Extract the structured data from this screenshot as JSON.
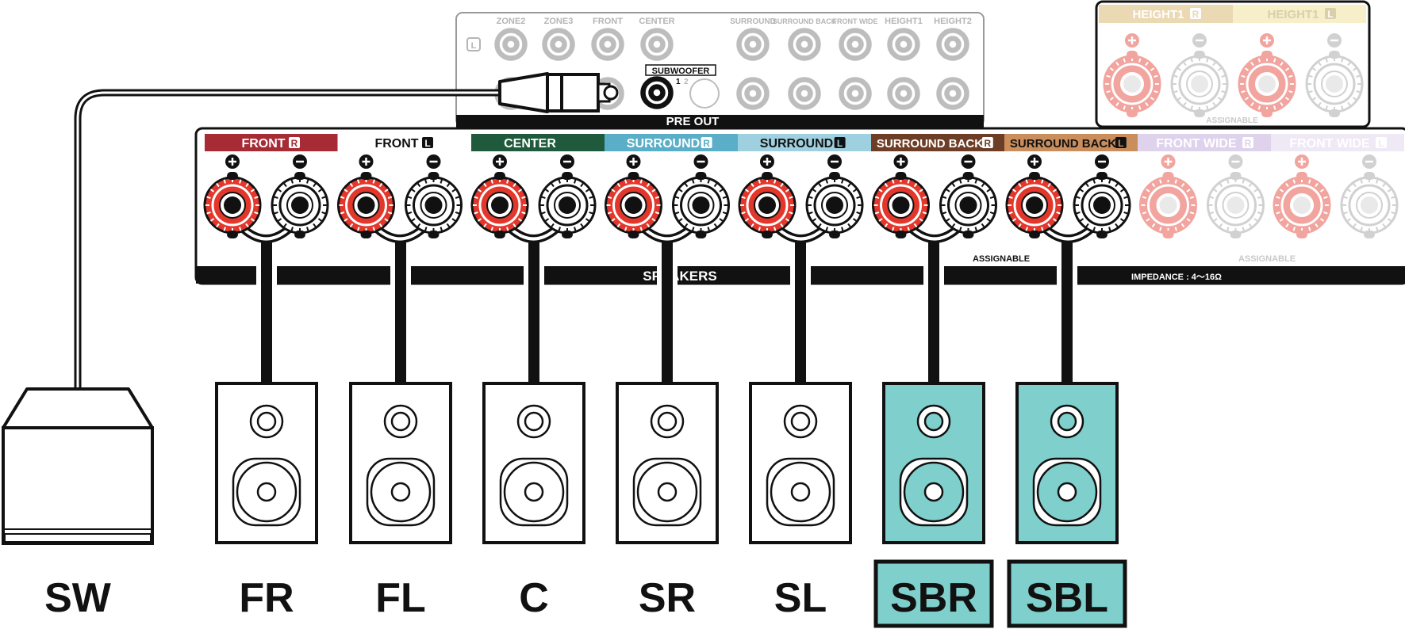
{
  "preout": {
    "top_labels": [
      "ZONE2",
      "ZONE3",
      "FRONT",
      "CENTER",
      "SURROUND",
      "SURROUND BACK",
      "FRONT WIDE",
      "HEIGHT1",
      "HEIGHT2"
    ],
    "side_label": "L",
    "subwoofer_label": "SUBWOOFER",
    "sub_num1": "1",
    "sub_num2": "2",
    "section_label": "PRE OUT"
  },
  "height_panel": {
    "tabs": [
      {
        "name": "HEIGHT1",
        "side": "R",
        "color": "#ead9b3"
      },
      {
        "name": "HEIGHT1",
        "side": "L",
        "color": "#f6efc9"
      }
    ],
    "assignable": "ASSIGNABLE"
  },
  "speaker_panel": {
    "channels": [
      {
        "name": "FRONT",
        "side": "R",
        "color": "#a62b35",
        "text_color": "#ffffff",
        "dim": false
      },
      {
        "name": "FRONT",
        "side": "L",
        "color": "#ffffff",
        "text_color": "#111111",
        "dim": false
      },
      {
        "name": "CENTER",
        "side": "",
        "color": "#1e5a3b",
        "text_color": "#ffffff",
        "dim": false
      },
      {
        "name": "SURROUND",
        "side": "R",
        "color": "#5aaec7",
        "text_color": "#ffffff",
        "dim": false
      },
      {
        "name": "SURROUND",
        "side": "L",
        "color": "#9fd0df",
        "text_color": "#111111",
        "dim": false
      },
      {
        "name": "SURROUND BACK",
        "side": "R",
        "color": "#6e3d26",
        "text_color": "#ffffff",
        "dim": false
      },
      {
        "name": "SURROUND BACK",
        "side": "L",
        "color": "#c98e5c",
        "text_color": "#111111",
        "dim": false
      },
      {
        "name": "FRONT WIDE",
        "side": "R",
        "color": "#ded2ec",
        "text_color": "#ffffff",
        "dim": true
      },
      {
        "name": "FRONT WIDE",
        "side": "L",
        "color": "#efe9f6",
        "text_color": "#ffffff",
        "dim": true
      }
    ],
    "bottom_label": "SPEAKERS",
    "assignable_1": "ASSIGNABLE",
    "assignable_2": "ASSIGNABLE",
    "impedance": "IMPEDANCE : 4～16Ω"
  },
  "speakers": [
    {
      "label": "SW",
      "type": "subwoofer",
      "highlight": false
    },
    {
      "label": "FR",
      "type": "speaker",
      "highlight": false
    },
    {
      "label": "FL",
      "type": "speaker",
      "highlight": false
    },
    {
      "label": "C",
      "type": "speaker",
      "highlight": false
    },
    {
      "label": "SR",
      "type": "speaker",
      "highlight": false
    },
    {
      "label": "SL",
      "type": "speaker",
      "highlight": false
    },
    {
      "label": "SBR",
      "type": "speaker",
      "highlight": true
    },
    {
      "label": "SBL",
      "type": "speaker",
      "highlight": true
    }
  ],
  "colors": {
    "positive": "#e3372c",
    "highlight": "#7fcfcc",
    "outline": "#111111"
  }
}
